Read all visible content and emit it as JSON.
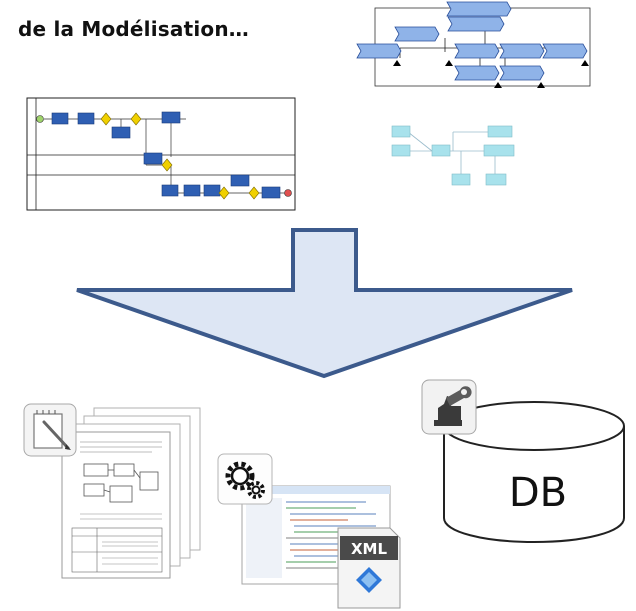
{
  "slide": {
    "title": "de la Modélisation…"
  },
  "outputs": {
    "xml_badge": "XML",
    "database_label": "DB"
  },
  "icons": {
    "documents": "notepad-pencil-icon",
    "code": "gears-icon",
    "xml": "xml-file-icon",
    "database": "wrench-hand-icon"
  },
  "colors": {
    "arrow_fill": "#dde6f4",
    "arrow_stroke": "#3c5a8c",
    "bpmn_task": "#2f5fb3",
    "gateway": "#f0d000",
    "flow_box": "#a8e2ec"
  }
}
